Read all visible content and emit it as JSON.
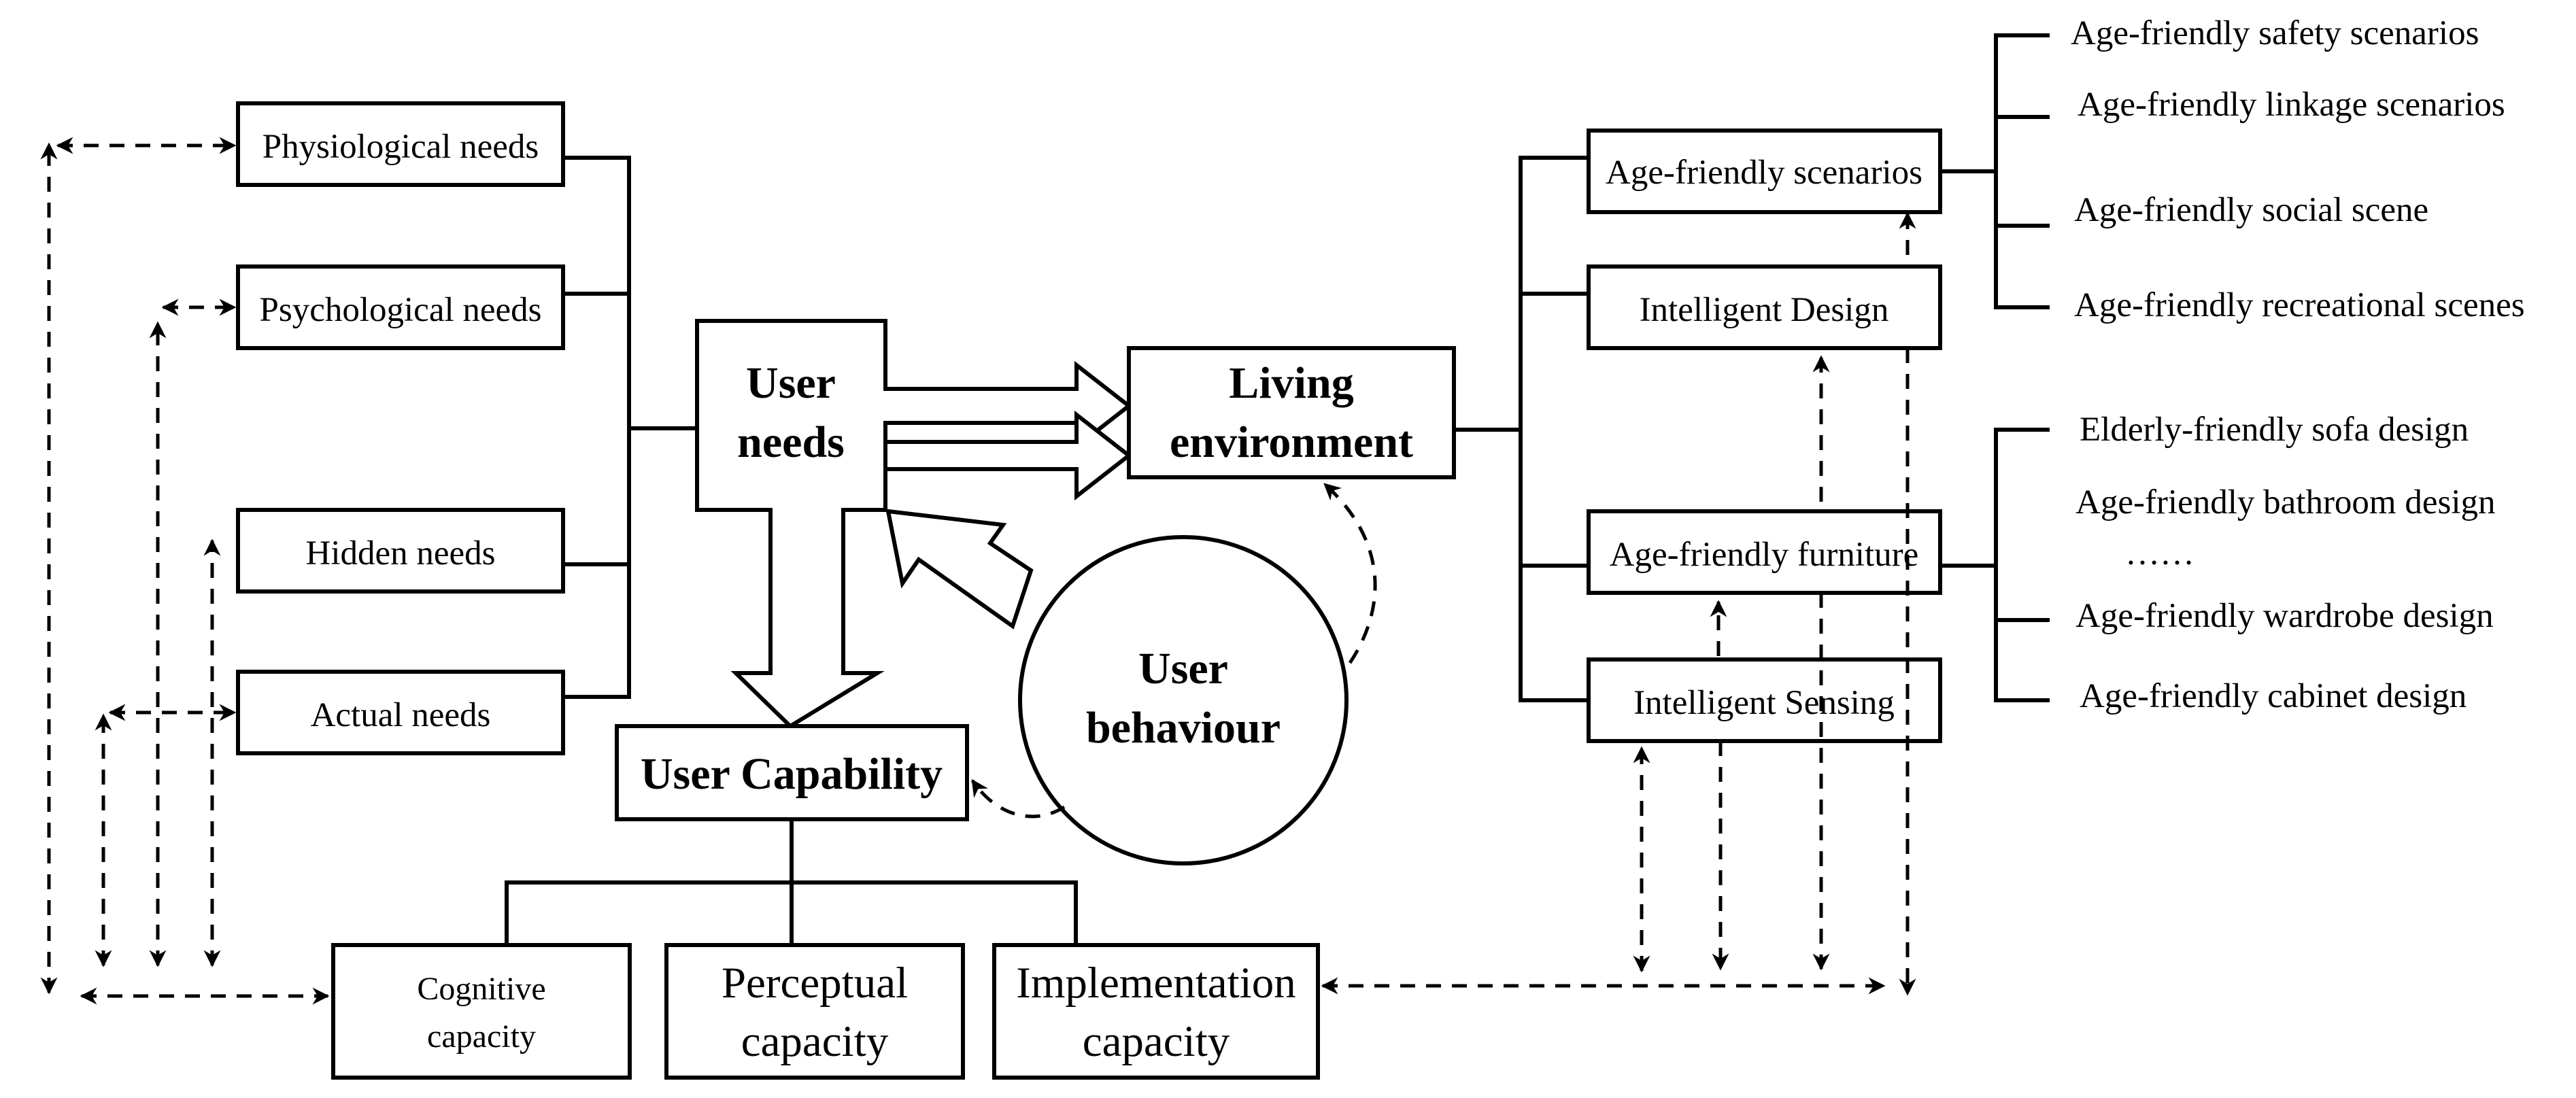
{
  "needs": {
    "physiological": "Physiological needs",
    "psychological": "Psychological needs",
    "hidden": "Hidden needs",
    "actual": "Actual needs"
  },
  "center": {
    "user_needs": [
      "User",
      "needs"
    ],
    "living_environment": [
      "Living",
      "environment"
    ],
    "user_behaviour": [
      "User",
      "behaviour"
    ],
    "user_capability": "User Capability"
  },
  "capacities": {
    "cognitive": [
      "Cognitive",
      "capacity"
    ],
    "perceptual": [
      "Perceptual",
      "capacity"
    ],
    "implementation": [
      "Implementation",
      "capacity"
    ]
  },
  "environment_parts": {
    "scenarios": "Age-friendly scenarios",
    "intelligent_design": "Intelligent Design",
    "furniture": "Age-friendly furniture",
    "intelligent_sensing": "Intelligent Sensing"
  },
  "scenario_items": [
    "Age-friendly safety scenarios",
    "Age-friendly linkage scenarios",
    "Age-friendly social scene",
    "Age-friendly recreational scenes"
  ],
  "furniture_items": [
    "Elderly-friendly sofa design",
    "Age-friendly bathroom design",
    "……",
    "Age-friendly wardrobe design",
    "Age-friendly cabinet design"
  ]
}
